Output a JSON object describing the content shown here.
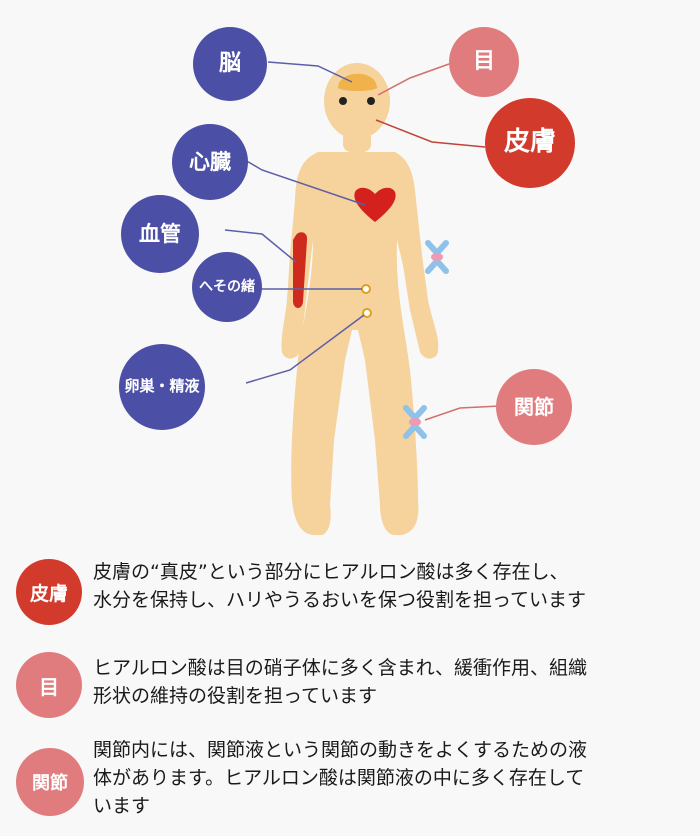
{
  "labels": {
    "brain": "脳",
    "heart": "心臓",
    "vessel": "血管",
    "navel": "へその緒",
    "ovary": "卵巣・精液",
    "eye": "目",
    "skin": "皮膚",
    "joint": "関節"
  },
  "legend": [
    {
      "icon": "皮膚",
      "text": "皮膚の“真皮”という部分にヒアルロン酸は多く存在し、\n水分を保持し、ハリやうるおいを保つ役割を担っています"
    },
    {
      "icon": "目",
      "text": "ヒアルロン酸は目の硝子体に多く含まれ、緩衝作用、組織\n形状の維持の役割を担っています"
    },
    {
      "icon": "関節",
      "text": "関節内には、関節液という関節の動きをよくするための液\n体があります。ヒアルロン酸は関節液の中に多く存在して\nいます"
    }
  ],
  "colors": {
    "body": "#f6d29d",
    "brain": "#f0b24a",
    "heart": "#d5211d",
    "vessel": "#cf2a1e",
    "blue_bubble": "#4b4fa6",
    "pink_bubble": "#e07c7e",
    "red_bubble": "#d23a2c",
    "joint_blue": "#8fc2e8",
    "joint_pink": "#ee9ab4"
  }
}
